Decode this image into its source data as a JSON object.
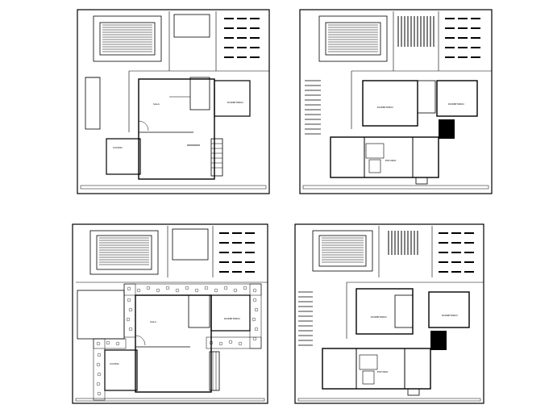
{
  "drawing": {
    "panels": [
      {
        "id": "plan-top-left",
        "rooms": [
          "SALA",
          "COCINA",
          "DORMITORIO"
        ]
      },
      {
        "id": "plan-top-right",
        "rooms": [
          "DORMITORIO",
          "ESTUDIO",
          "DORMITORIO"
        ]
      },
      {
        "id": "plan-bottom-left",
        "rooms": [
          "SALA",
          "COCINA",
          "DORMITORIO"
        ]
      },
      {
        "id": "plan-bottom-right",
        "rooms": [
          "DORMITORIO",
          "ESTUDIO",
          "DORMITORIO"
        ]
      }
    ],
    "colors": {
      "line": "#000000",
      "background": "#ffffff",
      "hatch": "#000000"
    }
  }
}
